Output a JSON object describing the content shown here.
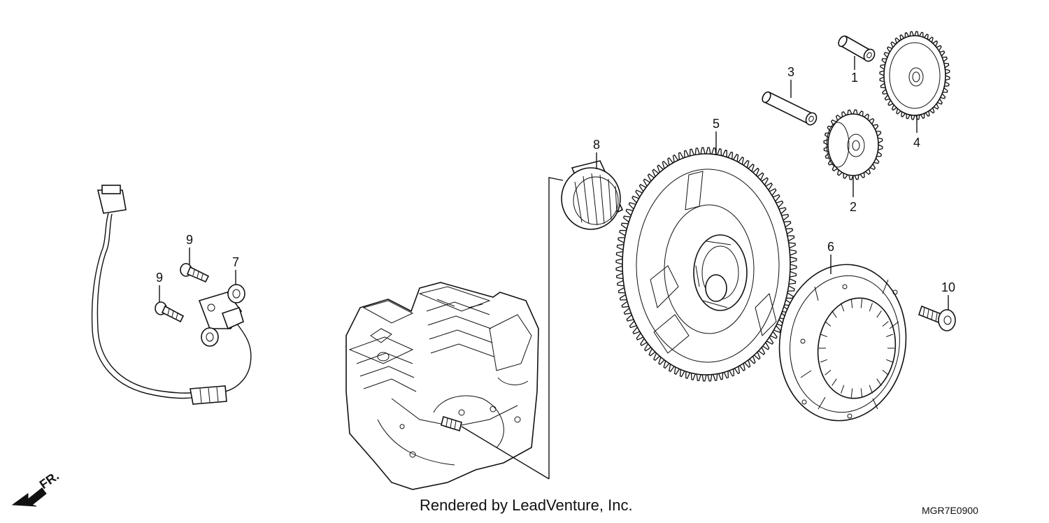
{
  "diagram": {
    "callouts": [
      {
        "id": "1",
        "label": "1"
      },
      {
        "id": "2",
        "label": "2"
      },
      {
        "id": "3",
        "label": "3"
      },
      {
        "id": "4",
        "label": "4"
      },
      {
        "id": "5",
        "label": "5"
      },
      {
        "id": "6",
        "label": "6"
      },
      {
        "id": "7",
        "label": "7"
      },
      {
        "id": "8",
        "label": "8"
      },
      {
        "id": "9a",
        "label": "9"
      },
      {
        "id": "9b",
        "label": "9"
      },
      {
        "id": "10",
        "label": "10"
      }
    ],
    "direction_label": "FR.",
    "credit": "Rendered by LeadVenture, Inc.",
    "code": "MGR7E0900"
  }
}
